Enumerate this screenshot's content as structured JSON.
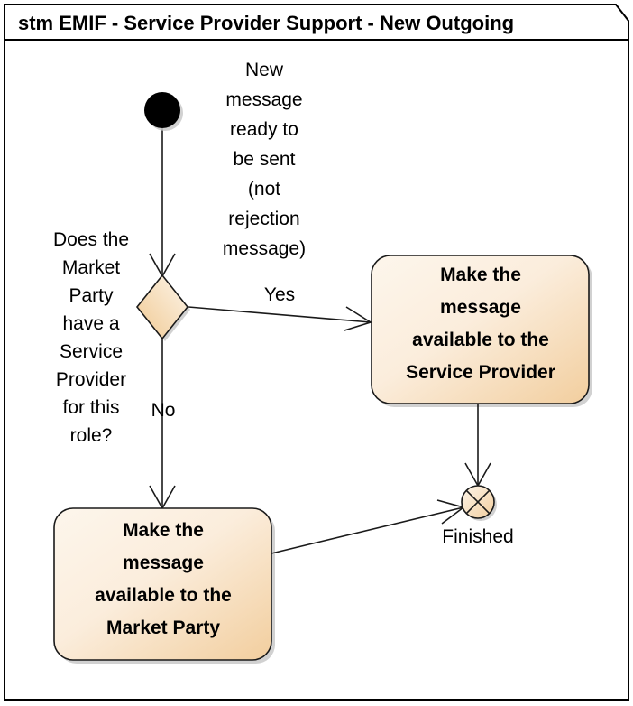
{
  "diagram": {
    "title": "stm EMIF - Service Provider Support - New Outgoing",
    "type": "uml-state-machine",
    "colors": {
      "fill_light": "#FBF2E5",
      "fill_dark": "#F3D3A6",
      "outline": "#1A1A1A",
      "shadow": "#C9C9C9",
      "background": "#FFFFFF",
      "text": "#000000"
    },
    "nodes": {
      "initial": {
        "name": "initial-node",
        "shape": "filled-circle"
      },
      "decision": {
        "name": "decision-diamond",
        "shape": "diamond",
        "question_lines": [
          "Does the",
          "Market",
          "Party",
          "have a",
          "Service",
          "Provider",
          "for this",
          "role?"
        ]
      },
      "state_service_provider": {
        "name": "state-service-provider",
        "shape": "rounded-rectangle",
        "label_lines": [
          "Make the",
          "message",
          "available to the",
          "Service Provider"
        ]
      },
      "state_market_party": {
        "name": "state-market-party",
        "shape": "rounded-rectangle",
        "label_lines": [
          "Make the",
          "message",
          "available to the",
          "Market Party"
        ]
      },
      "terminate": {
        "name": "terminate-node",
        "shape": "circle-with-cross",
        "label": "Finished"
      }
    },
    "annotations": {
      "trigger_note_lines": [
        "New",
        "message",
        "ready to",
        "be sent",
        "(not",
        "rejection",
        "message)"
      ]
    },
    "edges": [
      {
        "name": "edge-initial-to-decision",
        "from": "initial",
        "to": "decision",
        "label": ""
      },
      {
        "name": "edge-decision-yes",
        "from": "decision",
        "to": "state_service_provider",
        "label": "Yes"
      },
      {
        "name": "edge-decision-no",
        "from": "decision",
        "to": "state_market_party",
        "label": "No"
      },
      {
        "name": "edge-sp-to-finished",
        "from": "state_service_provider",
        "to": "terminate",
        "label": ""
      },
      {
        "name": "edge-mp-to-finished",
        "from": "state_market_party",
        "to": "terminate",
        "label": ""
      }
    ]
  }
}
